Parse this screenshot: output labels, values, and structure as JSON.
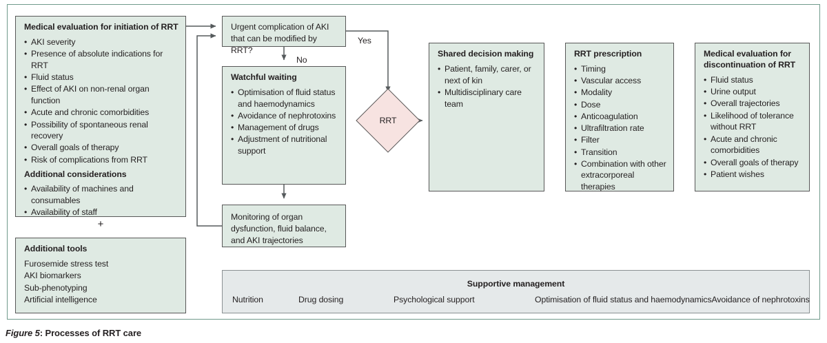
{
  "figure": {
    "caption_label": "Figure 5",
    "caption_text": ": Processes of RRT care"
  },
  "colors": {
    "box_fill": "#dfeae3",
    "box_border": "#575757",
    "diamond_fill": "#f7e3e1",
    "supportive_fill": "#e5e9ea",
    "frame_border": "#6f9a8b",
    "text": "#231f20"
  },
  "boxes": {
    "initiation": {
      "title": "Medical evaluation for initiation of RRT",
      "bullets": [
        "AKI severity",
        "Presence of absolute indications for RRT",
        "Fluid status",
        "Effect of AKI on non-renal organ function",
        "Acute and chronic comorbidities",
        "Possibility of spontaneous renal recovery",
        "Overall goals of therapy",
        "Risk of complications from RRT"
      ],
      "subhead": "Additional considerations",
      "bullets2": [
        "Availability of machines and consumables",
        "Availability of staff"
      ]
    },
    "plus": "+",
    "tools": {
      "title": "Additional tools",
      "items": [
        "Furosemide stress test",
        "AKI biomarkers",
        "Sub-phenotyping",
        "Artificial intelligence"
      ]
    },
    "urgent": {
      "text": "Urgent complication of AKI that can be modified by RRT?"
    },
    "watchful": {
      "title": "Watchful waiting",
      "bullets": [
        "Optimisation of fluid status and haemodynamics",
        "Avoidance of nephrotoxins",
        "Management of drugs",
        "Adjustment of nutritional support"
      ]
    },
    "monitoring": {
      "text": "Monitoring of organ dysfunction, fluid balance, and AKI trajectories"
    },
    "rrt_node": {
      "label": "RRT"
    },
    "shared": {
      "title": "Shared decision making",
      "bullets": [
        "Patient, family, carer, or next of kin",
        "Multidisciplinary care team"
      ]
    },
    "prescription": {
      "title": "RRT prescription",
      "bullets": [
        "Timing",
        "Vascular access",
        "Modality",
        "Dose",
        "Anticoagulation",
        "Ultrafiltration rate",
        "Filter",
        "Transition",
        "Combination with other extracorporeal therapies"
      ]
    },
    "discontinuation": {
      "title": "Medical evaluation for discontinuation of RRT",
      "bullets": [
        "Fluid status",
        "Urine output",
        "Overall trajectories",
        "Likelihood of tolerance without RRT",
        "Acute and chronic comorbidities",
        "Overall goals of therapy",
        "Patient wishes"
      ]
    },
    "supportive": {
      "title": "Supportive management",
      "items": [
        "Nutrition",
        "Drug dosing",
        "Psychological support",
        "Optimisation of fluid status and haemodynamics",
        "Avoidance of nephrotoxins"
      ]
    }
  },
  "edges": {
    "yes_label": "Yes",
    "no_label": "No"
  }
}
